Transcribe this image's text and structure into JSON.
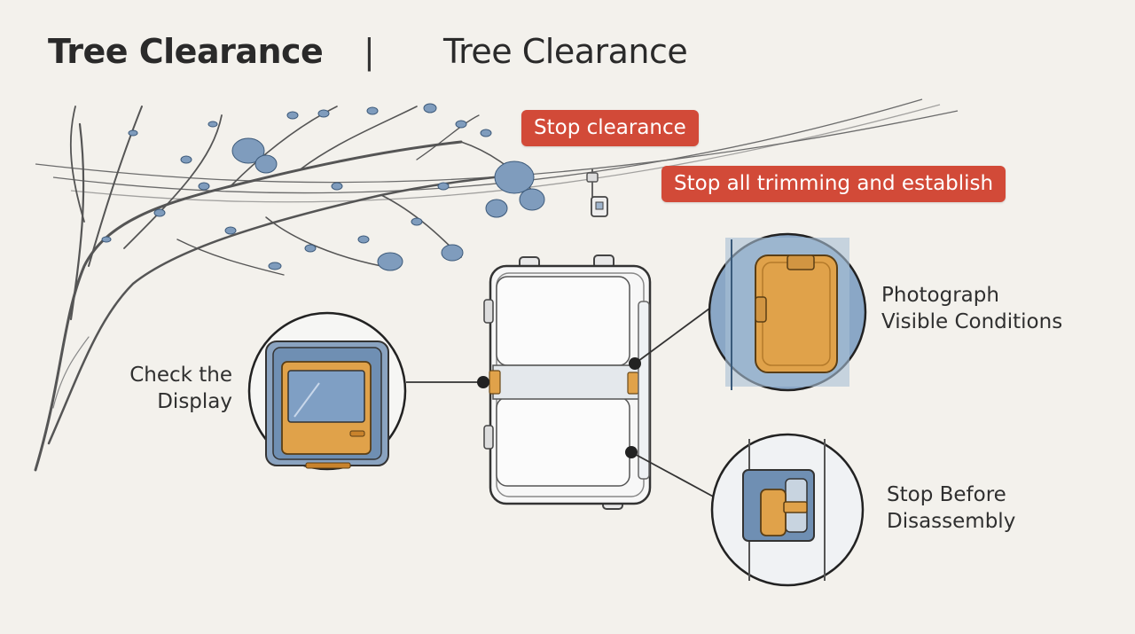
{
  "header": {
    "title": "Tree Clearance",
    "separator": "|",
    "subtitle": "Tree Clearance"
  },
  "warnings": [
    "Stop clearance",
    "Stop all trimming and establish"
  ],
  "callouts": {
    "display": {
      "line1": "Check the",
      "line2": "Display"
    },
    "photograph": {
      "line1": "Photograph",
      "line2": "Visible Conditions"
    },
    "disassembly": {
      "line1": "Stop Before",
      "line2": "Disassembly"
    }
  },
  "colors": {
    "warning_red": "#d24a38",
    "accent_orange": "#e0a24a",
    "steel_blue": "#5a7fa8",
    "background": "#f3f1ec"
  }
}
